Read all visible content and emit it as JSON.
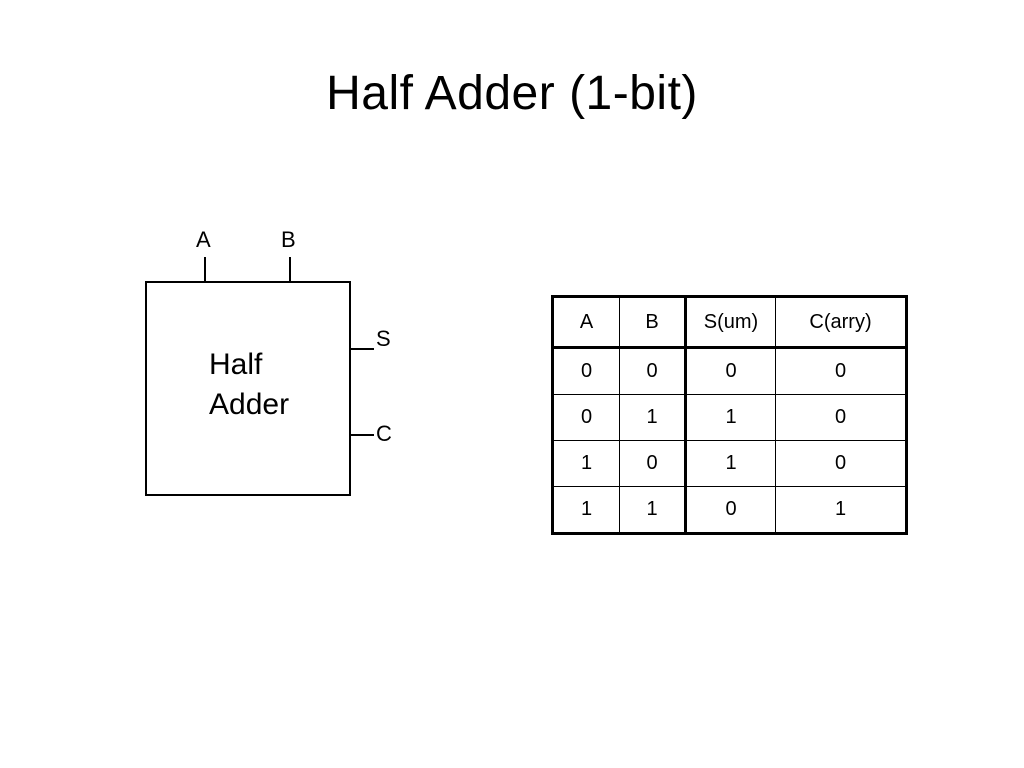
{
  "slide": {
    "title": "Half Adder (1-bit)"
  },
  "block_diagram": {
    "block_label_line1": "Half",
    "block_label_line2": "Adder",
    "inputs": [
      "A",
      "B"
    ],
    "outputs": [
      "S",
      "C"
    ]
  },
  "truth_table": {
    "headers": [
      "A",
      "B",
      "S(um)",
      "C(arry)"
    ],
    "rows": [
      [
        "0",
        "0",
        "0",
        "0"
      ],
      [
        "0",
        "1",
        "1",
        "0"
      ],
      [
        "1",
        "0",
        "1",
        "0"
      ],
      [
        "1",
        "1",
        "0",
        "1"
      ]
    ]
  }
}
